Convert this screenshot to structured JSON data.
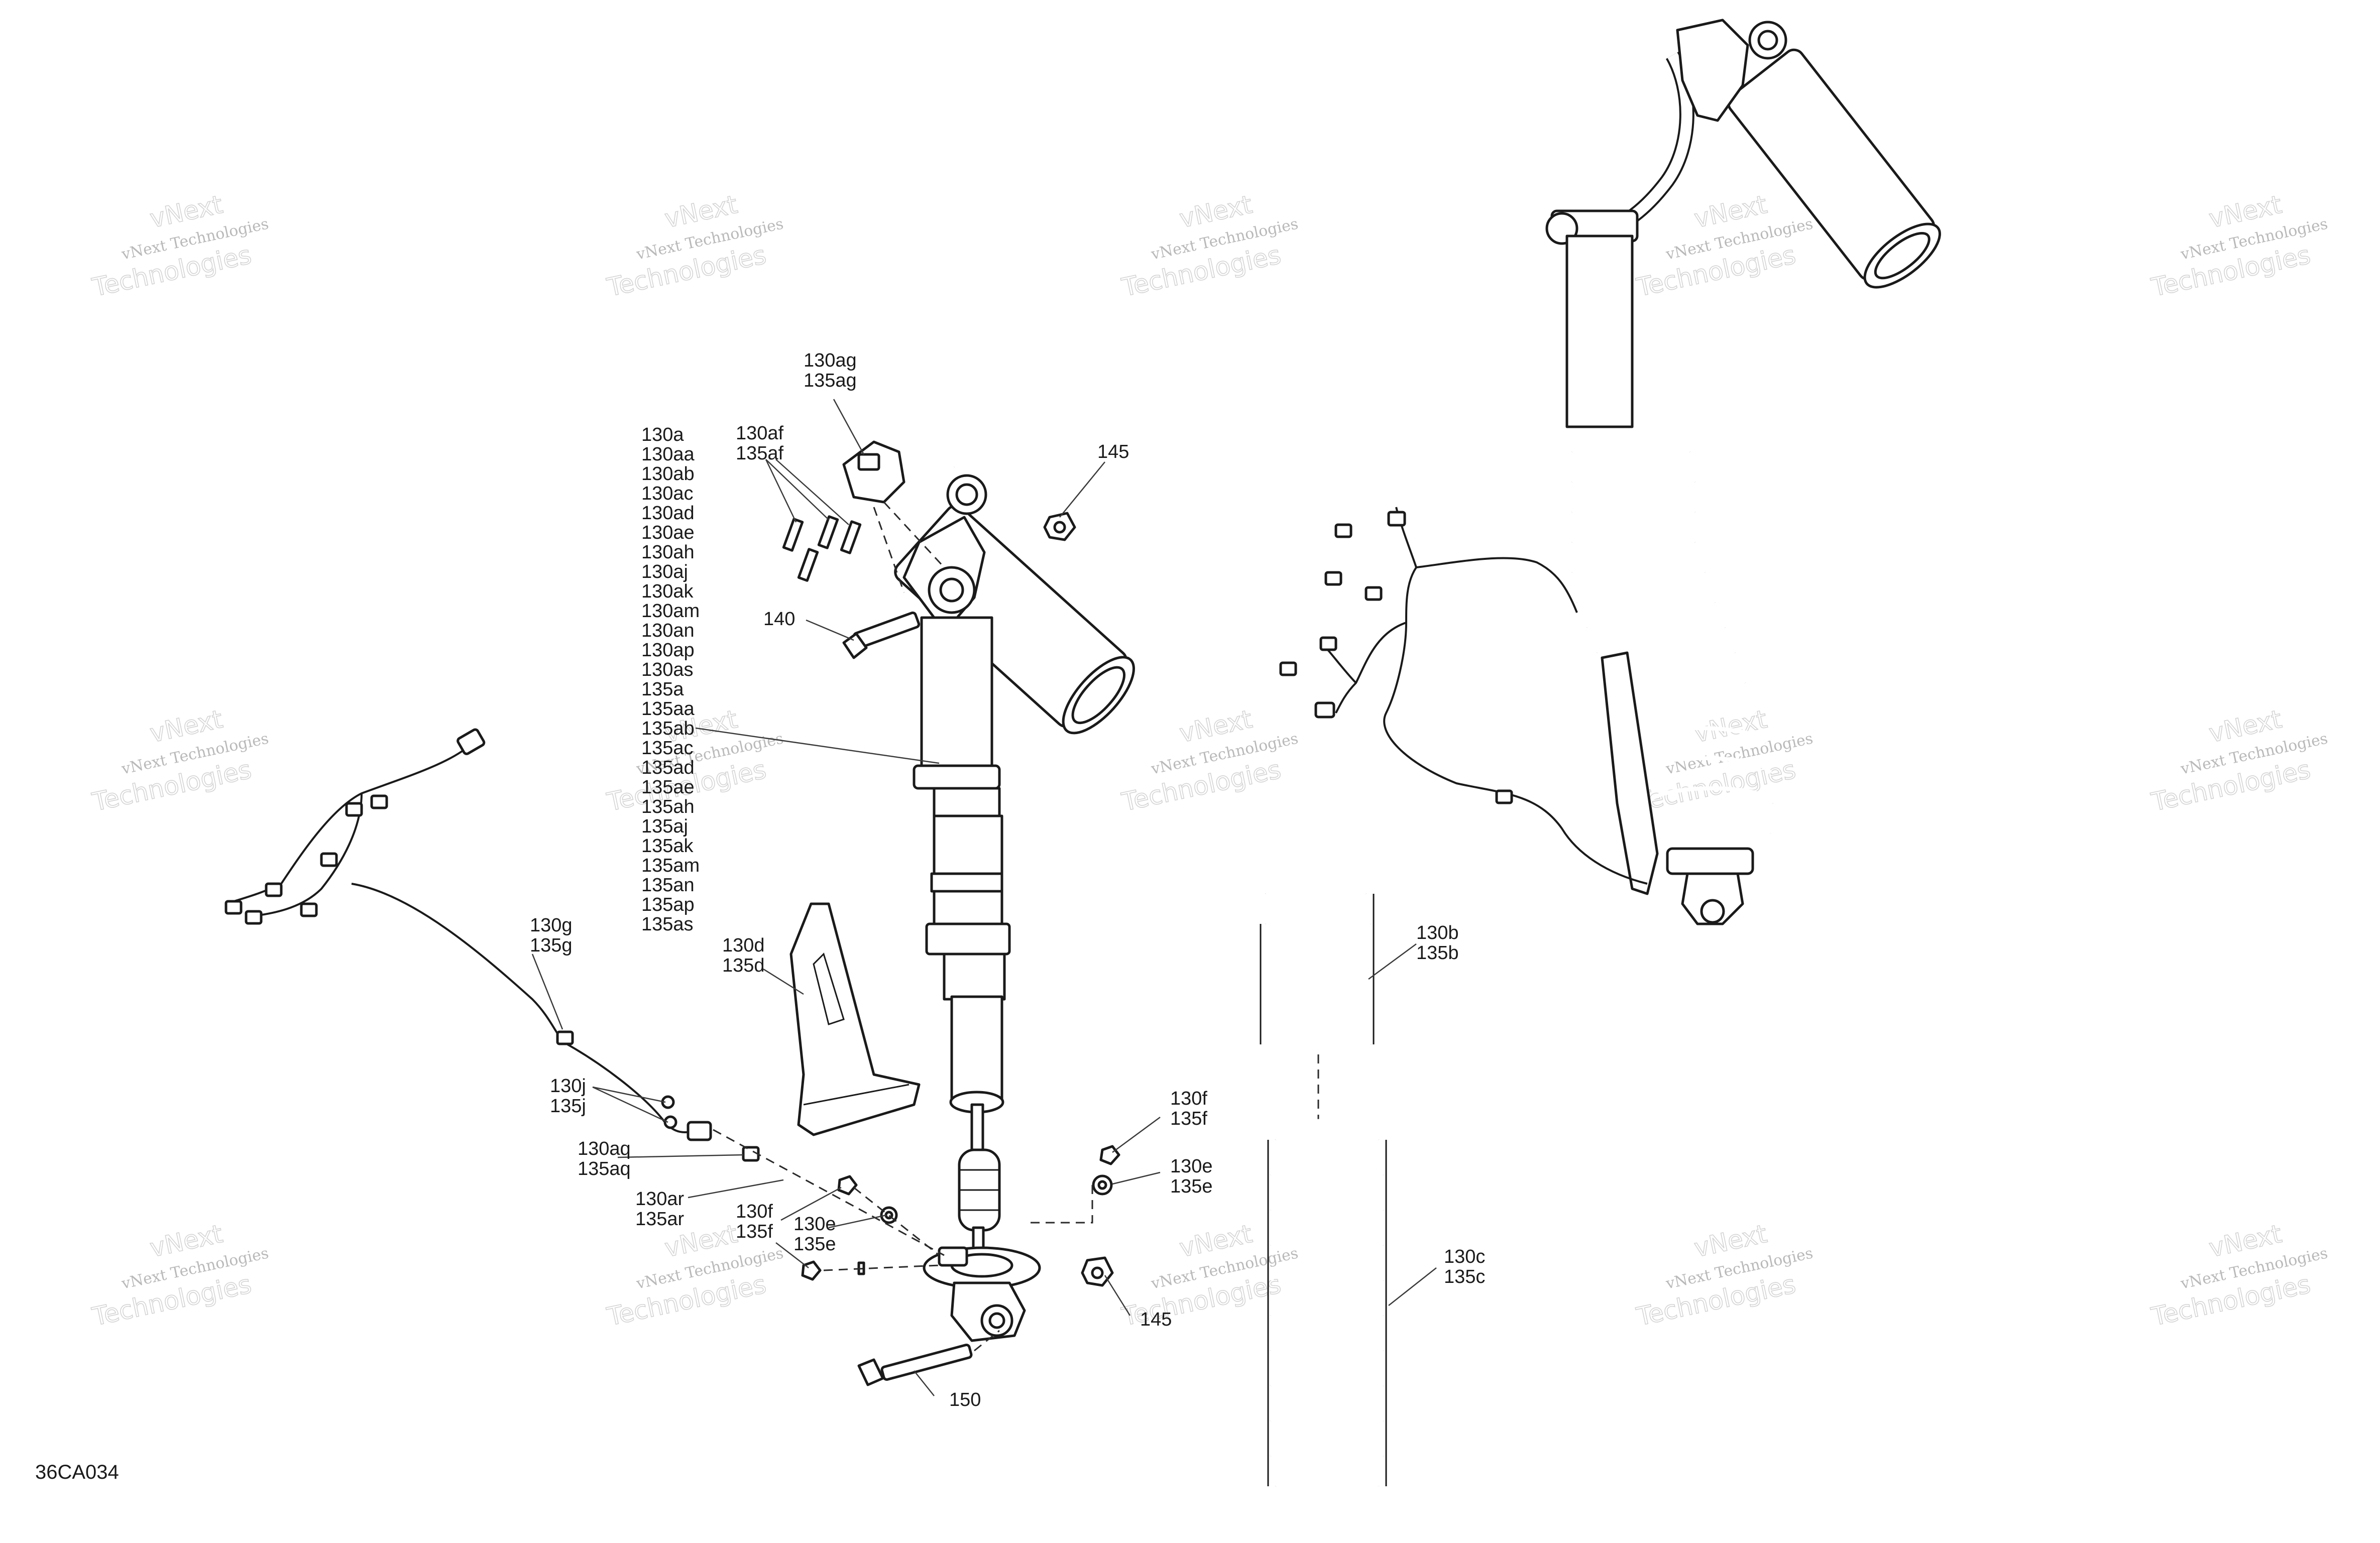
{
  "diagram_id": "36CA034",
  "watermark": {
    "line1": "vNext Technologies",
    "line2": "Technologies",
    "line3": "vNext"
  },
  "labels": {
    "main_list": [
      "130a",
      "130aa",
      "130ab",
      "130ac",
      "130ad",
      "130ae",
      "130ah",
      "130aj",
      "130ak",
      "130am",
      "130an",
      "130ap",
      "130as",
      "135a",
      "135aa",
      "135ab",
      "135ac",
      "135ad",
      "135ae",
      "135ah",
      "135aj",
      "135ak",
      "135am",
      "135an",
      "135ap",
      "135as"
    ],
    "ag": [
      "130ag",
      "135ag"
    ],
    "af": [
      "130af",
      "135af"
    ],
    "p145_top": "145",
    "p140": "140",
    "g": [
      "130g",
      "135g"
    ],
    "d": [
      "130d",
      "135d"
    ],
    "j": [
      "130j",
      "135j"
    ],
    "aq": [
      "130aq",
      "135aq"
    ],
    "ar": [
      "130ar",
      "135ar"
    ],
    "f_left": [
      "130f",
      "135f"
    ],
    "e_left": [
      "130e",
      "135e"
    ],
    "f_right": [
      "130f",
      "135f"
    ],
    "e_right": [
      "130e",
      "135e"
    ],
    "b": [
      "130b",
      "135b"
    ],
    "c": [
      "130c",
      "135c"
    ],
    "p145_bottom": "145",
    "p150": "150"
  },
  "colors": {
    "line": "#1a1a1a",
    "watermark": "#c8c8c8",
    "background": "#ffffff"
  }
}
